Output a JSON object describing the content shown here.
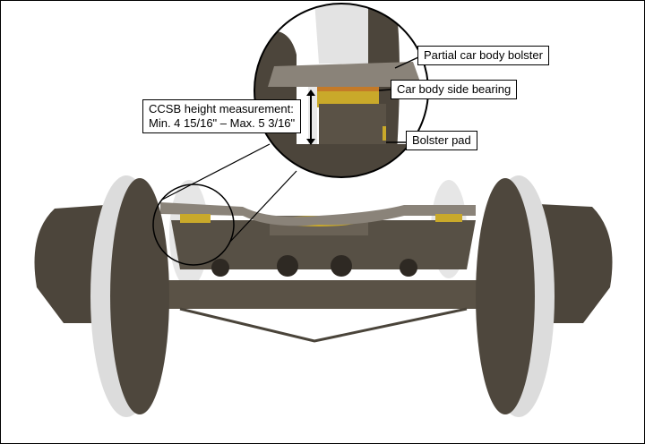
{
  "labels": {
    "bolster": "Partial car body bolster",
    "side_bearing": "Car body side bearing",
    "ccsb_line1": "CCSB height measurement:",
    "ccsb_line2": "Min. 4 15/16\" – Max. 5 3/16\"",
    "bolster_pad": "Bolster pad"
  },
  "colors": {
    "frame": "#5a5246",
    "frame_dark": "#3e382f",
    "wheel_rim": "#d9d9d9",
    "bolster_plate": "#8a8379",
    "bearing": "#c9a92a"
  }
}
